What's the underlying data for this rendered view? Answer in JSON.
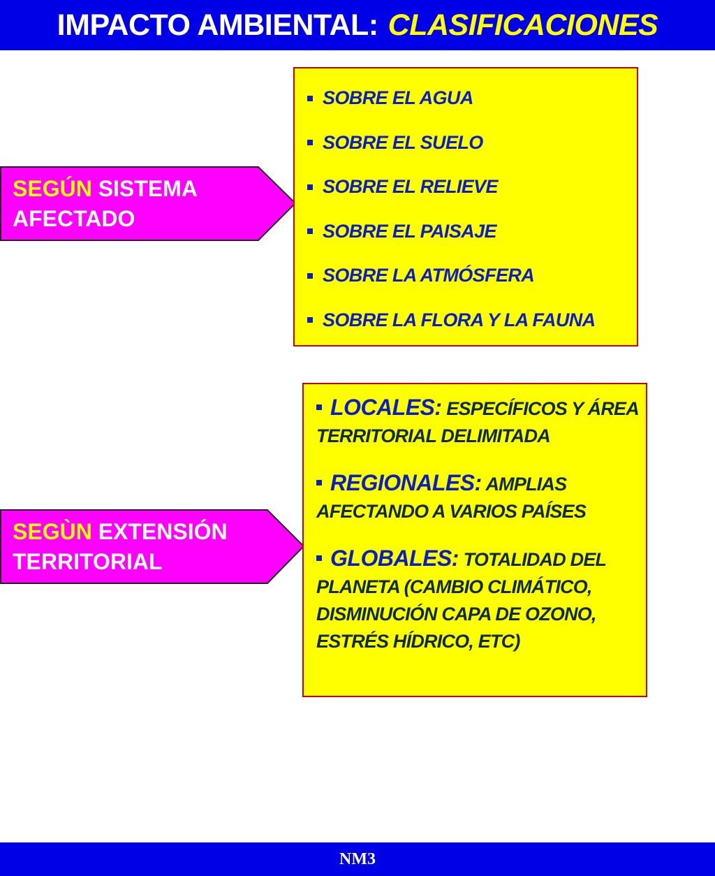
{
  "title": {
    "main": "IMPACTO AMBIENTAL:",
    "highlight": "CLASIFICACIONES"
  },
  "arrows": [
    {
      "keyword": "SEGÚN",
      "rest_line1": "SISTEMA",
      "line2": "AFECTADO"
    },
    {
      "keyword": "SEGÙN",
      "rest_line1": "EXTENSIÓN",
      "line2": "TERRITORIAL"
    }
  ],
  "box1": {
    "items": [
      "SOBRE EL AGUA",
      "SOBRE EL SUELO",
      "SOBRE EL RELIEVE",
      "SOBRE EL PAISAJE",
      "SOBRE LA ATMÓSFERA",
      "SOBRE LA FLORA Y LA FAUNA"
    ]
  },
  "box2": {
    "items": [
      {
        "head": "LOCALES:",
        "text": "ESPECÍFICOS Y ÁREA TERRITORIAL DELIMITADA"
      },
      {
        "head": "REGIONALES:",
        "text": "AMPLIAS AFECTANDO A VARIOS PAÍSES"
      },
      {
        "head": "GLOBALES:",
        "text": "TOTALIDAD DEL PLANETA (CAMBIO CLIMÁTICO, DISMINUCIÓN CAPA DE OZONO, ESTRÉS HÍDRICO, ETC)"
      }
    ]
  },
  "footer": {
    "text": "NM3"
  },
  "colors": {
    "blue_bar": "#0000e6",
    "magenta": "#ff00ff",
    "yellow": "#ffff00",
    "border_red": "#cc0000",
    "text_blue": "#0a1ec8"
  }
}
